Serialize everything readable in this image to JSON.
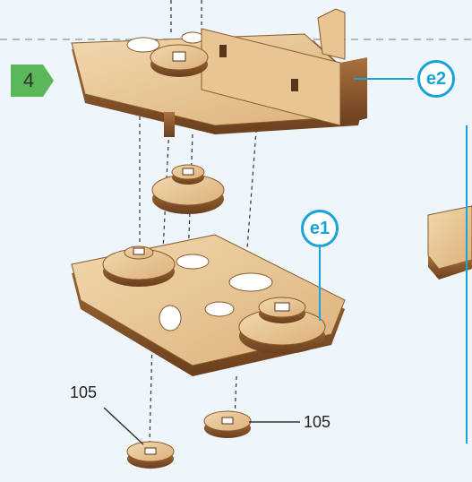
{
  "step": {
    "number": "4",
    "badge_color": "#5bb85a"
  },
  "callouts": {
    "e2": "e2",
    "e1": "e1",
    "color": "#1aa3d9"
  },
  "parts": {
    "label_left": "105",
    "label_right": "105"
  },
  "colors": {
    "background": "#eef6fb",
    "wood_light": "#e9c99a",
    "wood_mid": "#d8ad72",
    "wood_dark": "#7a4a22",
    "guide_line": "#333333"
  }
}
